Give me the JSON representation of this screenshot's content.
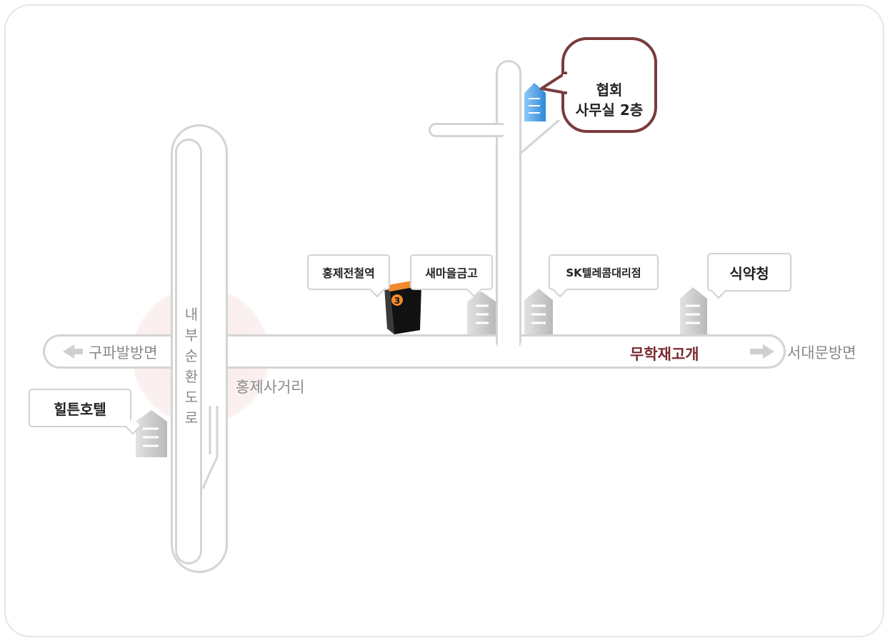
{
  "map": {
    "roads": {
      "west_direction": "구파발방면",
      "east_direction": "서대문방면",
      "pass_name": "무학재고개",
      "intersection": "홍제사거리",
      "vertical_road": "내부순환도로"
    },
    "landmarks": {
      "station": "홍제전철역",
      "bank": "새마을금고",
      "sk_shop": "SK텔레콤대리점",
      "food_agency": "식약청",
      "hotel": "힐튼호텔"
    },
    "office": {
      "line1": "협회",
      "line2": "사무실 2층"
    },
    "station_exit": "3",
    "colors": {
      "road_outline": "#d4d4d4",
      "bubble_border": "#7a3b3d",
      "accent_text": "#7a2a2e",
      "station_orange": "#e07a22",
      "target_building": "#3f9ee8",
      "building_gray": "#c8c8c8"
    }
  }
}
